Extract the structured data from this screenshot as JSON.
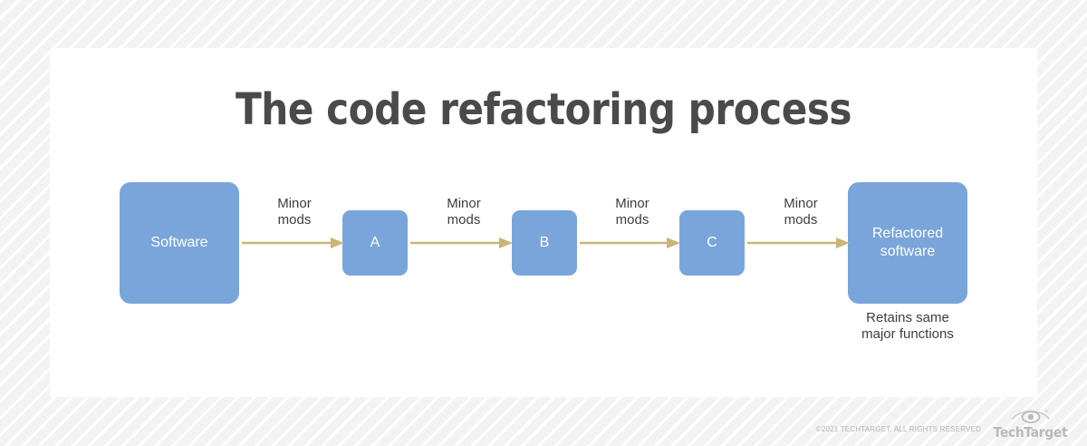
{
  "title": "The code refactoring process",
  "theme": {
    "node_fill": "#7aa5da",
    "node_text": "#ffffff",
    "arrow_color": "#c9b575",
    "title_color": "#4a4a4a",
    "label_color": "#3d3d3d",
    "card_bg": "#ffffff",
    "page_bg": "#f3f3f3"
  },
  "diagram": {
    "type": "flow",
    "nodes": [
      {
        "id": "software",
        "label": "Software",
        "size": "big"
      },
      {
        "id": "a",
        "label": "A",
        "size": "small"
      },
      {
        "id": "b",
        "label": "B",
        "size": "small"
      },
      {
        "id": "c",
        "label": "C",
        "size": "small"
      },
      {
        "id": "refactored",
        "label": "Refactored\nsoftware",
        "size": "big"
      }
    ],
    "arrows": [
      {
        "from": "software",
        "to": "a",
        "label": "Minor\nmods"
      },
      {
        "from": "a",
        "to": "b",
        "label": "Minor\nmods"
      },
      {
        "from": "b",
        "to": "c",
        "label": "Minor\nmods"
      },
      {
        "from": "c",
        "to": "refactored",
        "label": "Minor\nmods"
      }
    ],
    "caption": "Retains same\nmajor functions"
  },
  "footer": {
    "copyright": "©2021 TECHTARGET. ALL RIGHTS RESERVED",
    "brand_name": "TechTarget",
    "brand_icon": "eye-icon"
  }
}
